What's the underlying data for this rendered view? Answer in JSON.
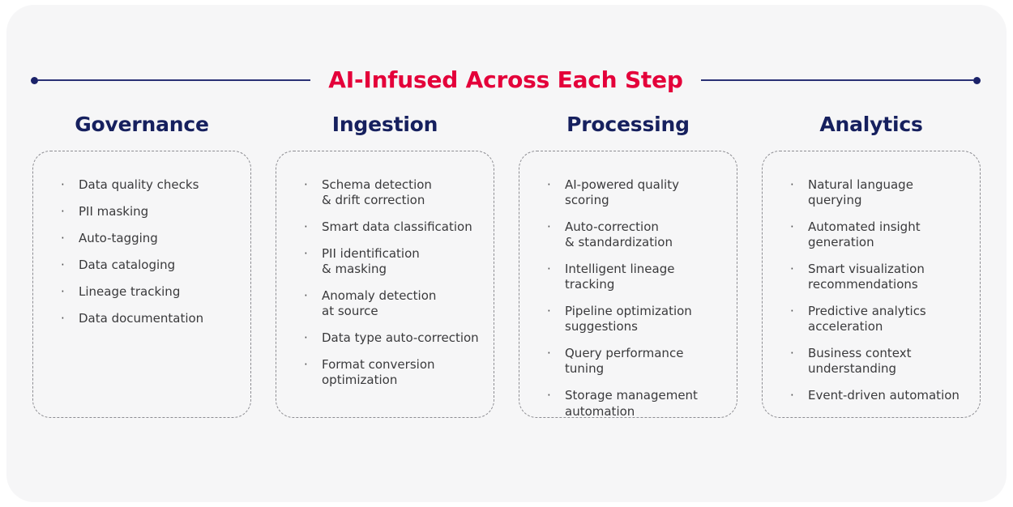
{
  "header": {
    "title": "AI-Infused Across Each Step",
    "title_color": "#e4003a",
    "rule_color": "#2a3175",
    "dot_color": "#1b2269",
    "bullet_glyph": "·"
  },
  "theme": {
    "page_background": "#ffffff",
    "card_background": "#f6f6f7",
    "heading_color": "#16205e",
    "body_text_color": "#3a3a3c",
    "box_border_color": "#8d8d92"
  },
  "columns": [
    {
      "heading": "Governance",
      "items": [
        "Data quality checks",
        "PII masking",
        "Auto-tagging",
        "Data cataloging",
        "Lineage tracking",
        "Data documentation"
      ]
    },
    {
      "heading": "Ingestion",
      "items": [
        "Schema detection\n& drift correction",
        "Smart data classification",
        "PII identification\n& masking",
        "Anomaly detection\nat source",
        "Data type auto-correction",
        "Format conversion\noptimization"
      ]
    },
    {
      "heading": "Processing",
      "items": [
        "AI-powered quality scoring",
        "Auto-correction\n& standardization",
        "Intelligent lineage tracking",
        "Pipeline optimization\nsuggestions",
        "Query performance tuning",
        "Storage management\nautomation"
      ]
    },
    {
      "heading": "Analytics",
      "items": [
        "Natural language querying",
        "Automated insight\ngeneration",
        "Smart visualization\nrecommendations",
        "Predictive analytics\nacceleration",
        "Business context\nunderstanding",
        "Event-driven automation"
      ]
    }
  ]
}
